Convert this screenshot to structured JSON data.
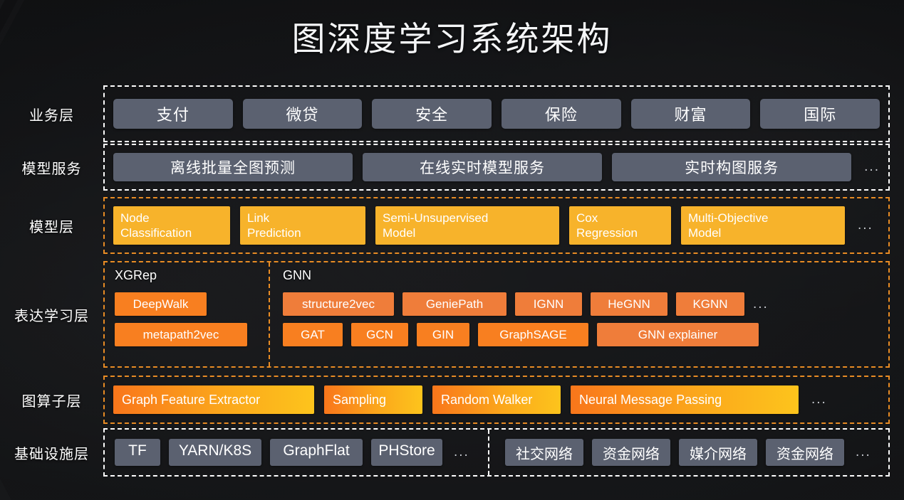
{
  "title": "图深度学习系统架构",
  "layers": {
    "business": {
      "label": "业务层",
      "items": [
        "支付",
        "微贷",
        "安全",
        "保险",
        "财富",
        "国际"
      ]
    },
    "services": {
      "label": "模型服务",
      "items": [
        "离线批量全图预测",
        "在线实时模型服务",
        "实时构图服务"
      ],
      "ellipsis": "..."
    },
    "model": {
      "label": "模型层",
      "items": [
        "Node\nClassification",
        "Link\nPrediction",
        "Semi-Unsupervised\nModel",
        "Cox\nRegression",
        "Multi-Objective\nModel"
      ],
      "ellipsis": "..."
    },
    "representation": {
      "label": "表达学习层",
      "groups": [
        {
          "title": "XGRep",
          "row1": [
            "DeepWalk"
          ],
          "row2": [
            "metapath2vec"
          ]
        },
        {
          "title": "GNN",
          "row1": [
            "structure2vec",
            "GeniePath",
            "IGNN",
            "HeGNN",
            "KGNN"
          ],
          "row2": [
            "GAT",
            "GCN",
            "GIN",
            "GraphSAGE",
            "GNN explainer"
          ]
        }
      ],
      "ellipsis": "..."
    },
    "operator": {
      "label": "图算子层",
      "items": [
        "Graph Feature Extractor",
        "Sampling",
        "Random Walker",
        "Neural Message Passing"
      ],
      "ellipsis": "..."
    },
    "infrastructure": {
      "label": "基础设施层",
      "left": {
        "items": [
          "TF",
          "YARN/K8S",
          "GraphFlat",
          "PHStore"
        ],
        "ellipsis": "..."
      },
      "right": {
        "items": [
          "社交网络",
          "资金网络",
          "媒介网络",
          "资金网络"
        ],
        "ellipsis": "..."
      }
    }
  },
  "colors": {
    "background": "#232428",
    "chip_gray": "#5b6170",
    "chip_amber": "#f7b32b",
    "chip_orange": "#f87f20",
    "chip_orange_soft": "#ef7d3a",
    "gradient_start": "#f9761b",
    "gradient_end": "#fdc41c",
    "border_white": "#ffffff",
    "border_orange": "#e98c24",
    "text_light": "#ffffff"
  }
}
